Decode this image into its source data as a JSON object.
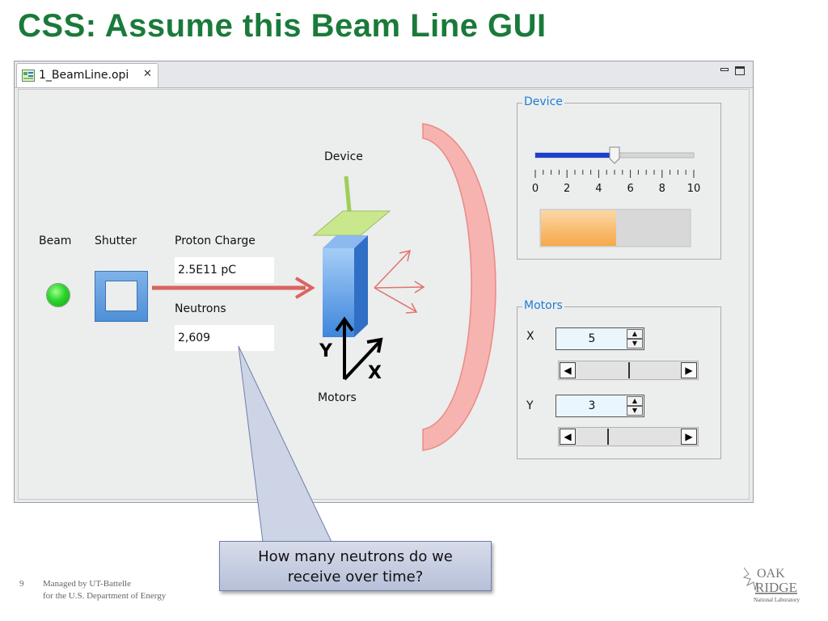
{
  "slide": {
    "title": "CSS: Assume this Beam Line GUI",
    "page_number": "9",
    "footer_line1": "Managed by UT-Battelle",
    "footer_line2": "for the U.S. Department of Energy",
    "logo_text": "Oak Ridge National Laboratory"
  },
  "window": {
    "tab_label": "1_BeamLine.opi",
    "tab_close_icon": "close-icon",
    "minimize_icon": "minimize-icon",
    "maximize_icon": "maximize-icon"
  },
  "beamline": {
    "beam_label": "Beam",
    "shutter_label": "Shutter",
    "proton_charge_label": "Proton Charge",
    "proton_charge_value": "2.5E11 pC",
    "neutrons_label": "Neutrons",
    "neutrons_value": "2,609",
    "device_label": "Device",
    "motors_label": "Motors",
    "axis_x": "X",
    "axis_y": "Y",
    "beam_led_color": "#2ed42e",
    "beam_arrow_color": "#d9655f",
    "detector_color": "#f6a6a2"
  },
  "device_panel": {
    "title": "Device",
    "slider_value": 5,
    "slider_min": 0,
    "slider_max": 10,
    "tick_labels": [
      "0",
      "2",
      "4",
      "6",
      "8",
      "10"
    ],
    "progress_fraction": 0.5,
    "progress_color": "#f6ad4f"
  },
  "motors_panel": {
    "title": "Motors",
    "x_label": "X",
    "x_value": "5",
    "y_label": "Y",
    "y_value": "3",
    "x_scroll_fraction": 0.5,
    "y_scroll_fraction": 0.3
  },
  "callout": {
    "text_line1": "How many neutrons do we",
    "text_line2": "receive over time?"
  }
}
